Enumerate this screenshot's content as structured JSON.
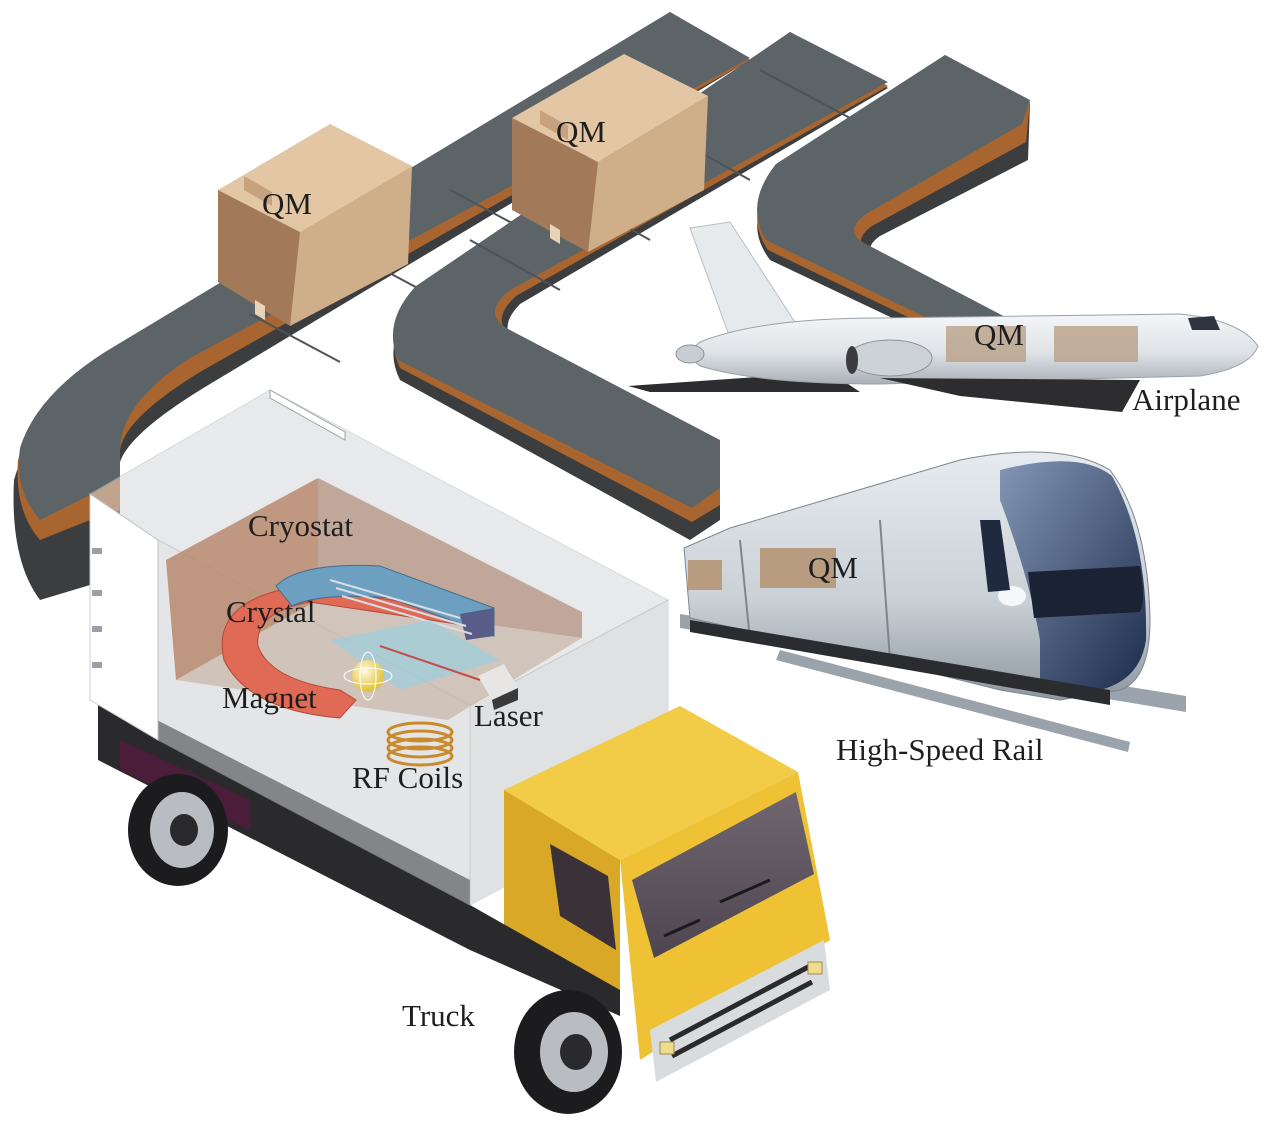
{
  "labels": {
    "qm_box_1": "QM",
    "qm_box_2": "QM",
    "qm_airplane": "QM",
    "qm_train": "QM",
    "airplane": "Airplane",
    "high_speed_rail": "High-Speed Rail",
    "truck": "Truck",
    "cryostat": "Cryostat",
    "crystal": "Crystal",
    "magnet": "Magnet",
    "laser": "Laser",
    "rf_coils": "RF Coils"
  },
  "colors": {
    "belt_top": "#5d6467",
    "belt_side": "#a8652f",
    "belt_bottom": "#3b3d3f",
    "box_front": "#cfae8a",
    "box_side": "#a27a5a",
    "truck_cab": "#efc235",
    "magnet": "#e06a55",
    "crystal": "#6d9fc0"
  }
}
